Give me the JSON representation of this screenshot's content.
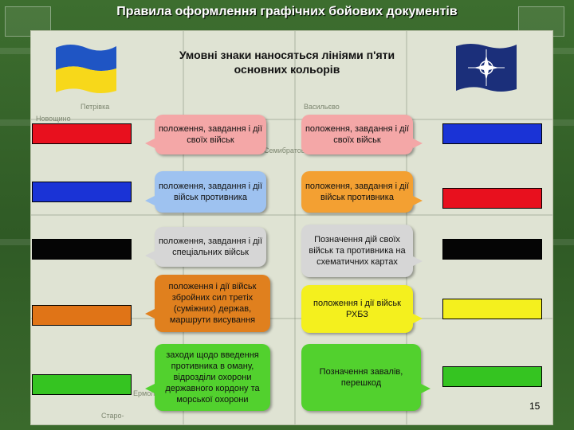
{
  "title": "Правила оформлення графічних бойових документів",
  "subtitle_line1": "Умовні знаки наносяться лініями п'яти",
  "subtitle_line2": "основних кольорів",
  "left_items": [
    {
      "text": "положення, завдання і дії своїх військ",
      "swatch": "#e8101e",
      "bubble": "#f4a7a7"
    },
    {
      "text": "положення, завдання і дії військ противника",
      "swatch": "#1a33d6",
      "bubble": "#9ec2f0"
    },
    {
      "text": "положення, завдання і дії спеціальних військ",
      "swatch": "#050505",
      "bubble": "#d6d6d6"
    },
    {
      "text": "положення і дії військ збройних сил третіх (суміжних) держав, маршрути висування",
      "swatch": "#e07417",
      "bubble": "#e0801e"
    },
    {
      "text": "заходи щодо введення противника в оману, відрозділи охорони державного кордону та морської охорони",
      "swatch": "#35c421",
      "bubble": "#52d12e"
    }
  ],
  "right_items": [
    {
      "text": "положення, завдання і дії своїх військ",
      "swatch": "#1a33d6",
      "bubble": "#f4a7a7"
    },
    {
      "text": "положення, завдання і дії військ противника",
      "swatch": "#e8101e",
      "bubble": "#f3a032"
    },
    {
      "text": "Позначення дій своїх військ та противника на схематичних картах",
      "swatch": "#050505",
      "bubble": "#d6d6d6"
    },
    {
      "text": "положення і дії військ РХБЗ",
      "swatch": "#f4f01e",
      "bubble": "#f4f01e"
    },
    {
      "text": "Позначення завалів, перешкод",
      "swatch": "#35c421",
      "bubble": "#52d12e"
    }
  ],
  "map_labels": [
    "Петрівка",
    "Васильєво",
    "Новощино",
    "Семибратово",
    "Ермолов",
    "Старо-"
  ],
  "page_number": "15",
  "flags": {
    "left": "ukraine-flag",
    "right": "nato-flag"
  }
}
